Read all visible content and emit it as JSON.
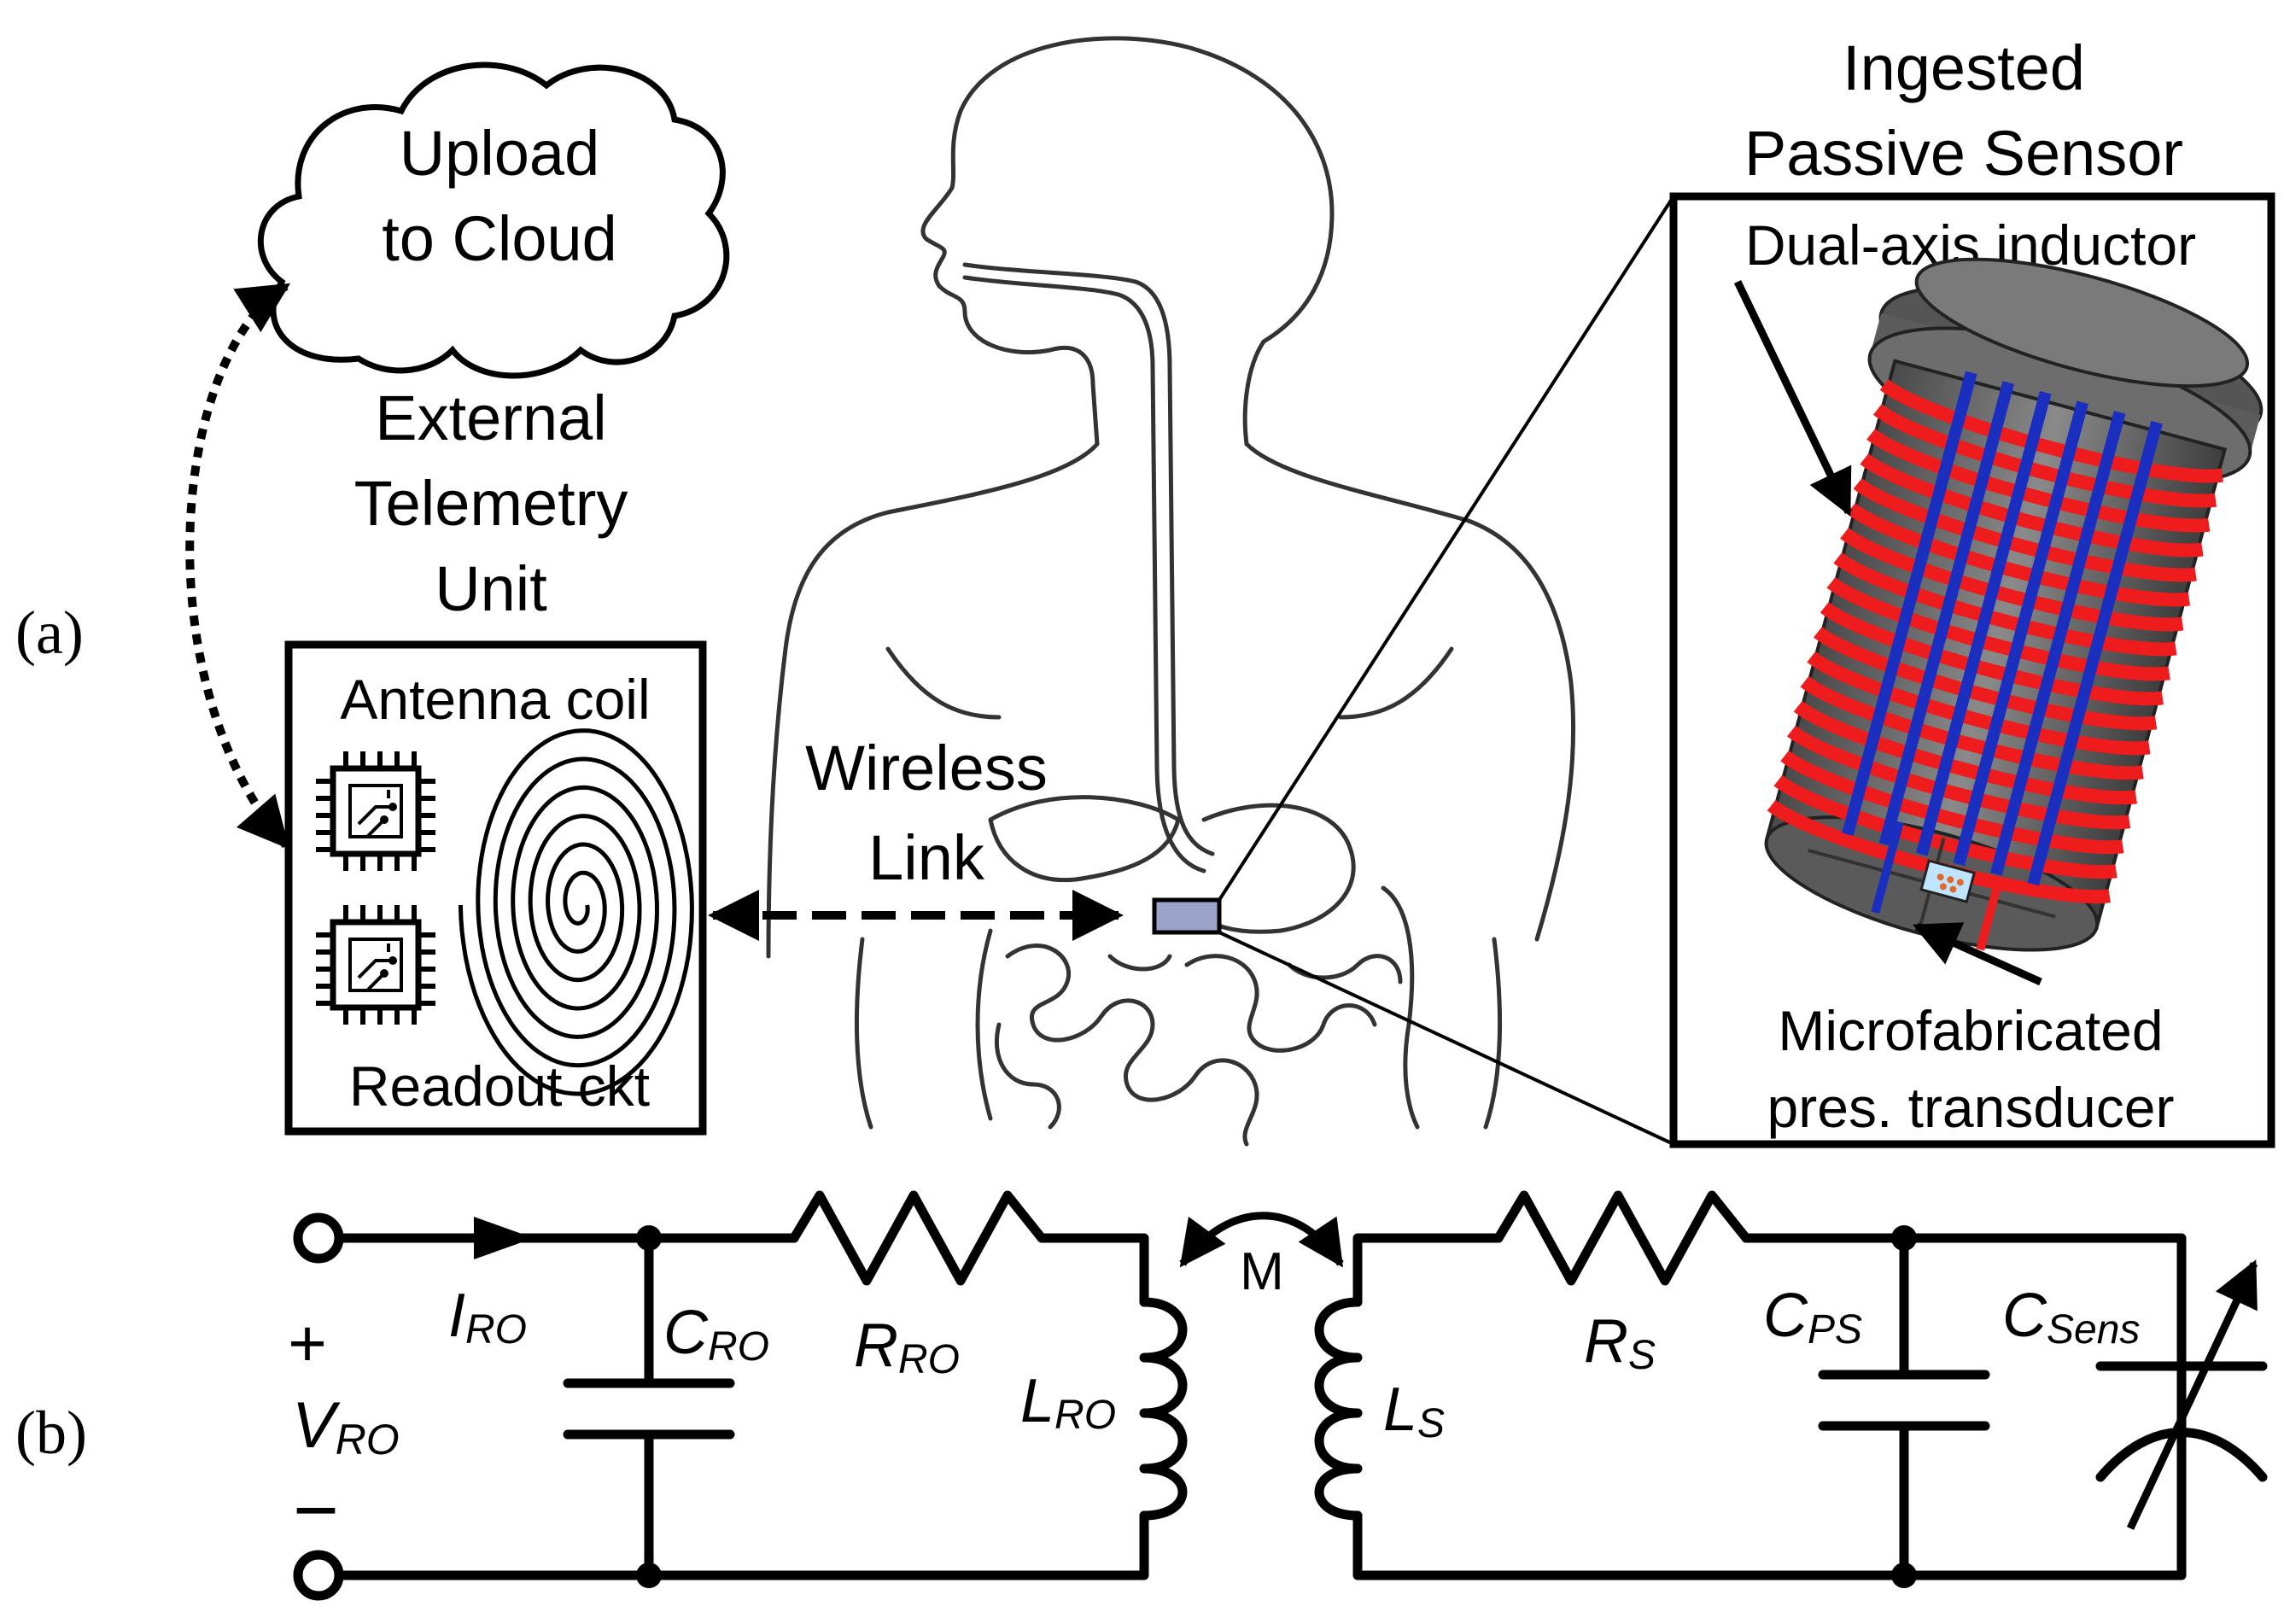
{
  "panel_labels": {
    "a": "(a)",
    "b": "(b)"
  },
  "cloud": {
    "line1": "Upload",
    "line2": "to Cloud"
  },
  "telemetry_title": {
    "line1": "External",
    "line2": "Telemetry",
    "line3": "Unit"
  },
  "telemetry_box": {
    "antenna_label": "Antenna coil",
    "readout_label": "Readout ckt"
  },
  "wireless_link": {
    "line1": "Wireless",
    "line2": "Link"
  },
  "sensor_title": {
    "line1": "Ingested",
    "line2": "Passive Sensor"
  },
  "sensor_box": {
    "inductor_label": "Dual-axis inductor",
    "transducer_line1": "Microfabricated",
    "transducer_line2": "pres. transducer"
  },
  "circuit": {
    "plus": "+",
    "minus": "−",
    "v_ro": {
      "main": "V",
      "sub": "RO"
    },
    "i_ro": {
      "main": "I",
      "sub": "RO"
    },
    "c_ro": {
      "main": "C",
      "sub": "RO"
    },
    "r_ro": {
      "main": "R",
      "sub": "RO"
    },
    "l_ro": {
      "main": "L",
      "sub": "RO"
    },
    "mutual": "M",
    "l_s": {
      "main": "L",
      "sub": "S"
    },
    "r_s": {
      "main": "R",
      "sub": "S"
    },
    "c_ps": {
      "main": "C",
      "sub": "PS"
    },
    "c_sens": {
      "main": "C",
      "sub": "Sens"
    }
  },
  "colors": {
    "coil_red": "#ee1c1c",
    "coil_blue": "#1a2fbf",
    "sensor_body": "#6b6b6b"
  }
}
